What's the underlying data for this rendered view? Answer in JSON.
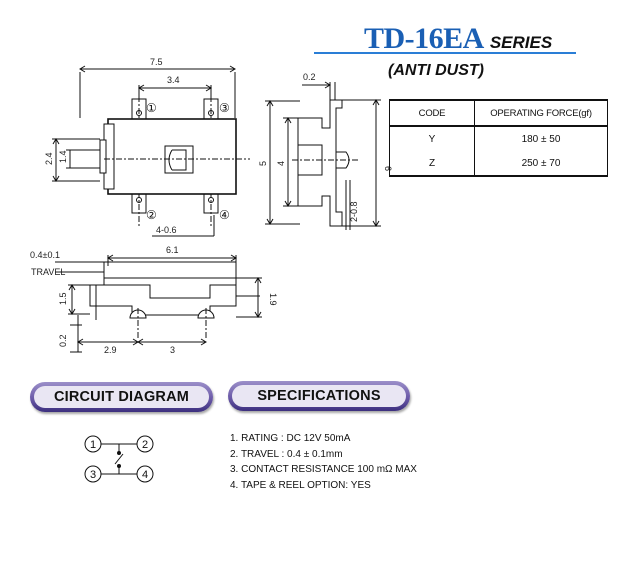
{
  "header": {
    "model": "TD-16EA",
    "series_label": "SERIES",
    "subtitle": "(ANTI DUST)"
  },
  "dimensions": {
    "width_overall": "7.5",
    "terminal_pitch_top": "3.4",
    "height_left": "2.4",
    "height_inner": "1.4",
    "hole_label": "4-0.6",
    "side_top": "0.2",
    "side_height_outer": "5",
    "side_height_inner": "4",
    "side_height_right": "6",
    "side_pitch": "2-0.8",
    "front_travel": "0.4±0.1",
    "front_travel_label": "TRAVEL",
    "front_width": "6.1",
    "front_height_left": "1.5",
    "front_height_right": "1.9",
    "front_bottom_left": "0.2",
    "front_bottom_mid": "2.9",
    "front_bottom_right": "3"
  },
  "terminal_marks": {
    "t1": "①",
    "t2": "②",
    "t3": "③",
    "t4": "④"
  },
  "force_table": {
    "headers": [
      "CODE",
      "OPERATING FORCE(gf)"
    ],
    "rows": [
      [
        "Y",
        "180 ± 50"
      ],
      [
        "Z",
        "250 ± 70"
      ]
    ]
  },
  "sections": {
    "circuit": "CIRCUIT DIAGRAM",
    "specs": "SPECIFICATIONS"
  },
  "circuit": {
    "n1": "1",
    "n2": "2",
    "n3": "3",
    "n4": "4"
  },
  "specifications": [
    "1. RATING : DC 12V 50mA",
    "2. TRAVEL : 0.4 ± 0.1mm",
    "3. CONTACT RESISTANCE 100 mΩ MAX",
    "4. TAPE & REEL OPTION: YES"
  ],
  "colors": {
    "title_blue": "#1a5fb4",
    "rule_blue": "#2a7ed6",
    "pill_purple": "#6b5aa8"
  }
}
